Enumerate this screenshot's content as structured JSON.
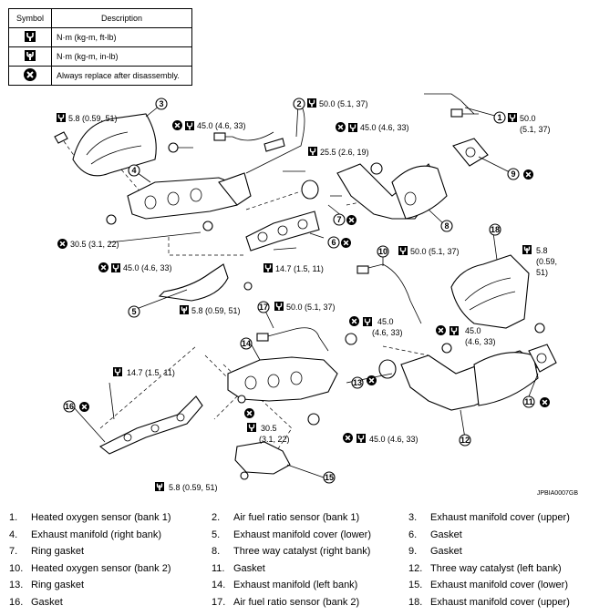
{
  "legend": {
    "header_symbol": "Symbol",
    "header_description": "Description",
    "rows": [
      {
        "icon": "torque-wrench-icon",
        "text": "N·m (kg-m, ft-lb)"
      },
      {
        "icon": "torque-wrench-small-icon",
        "text": "N·m (kg-m, in-lb)"
      },
      {
        "icon": "replace-x-icon",
        "text": "Always replace after disassembly."
      }
    ]
  },
  "callouts": {
    "c1": "1",
    "c2": "2",
    "c3": "3",
    "c4": "4",
    "c5": "5",
    "c6": "6",
    "c7": "7",
    "c8": "8",
    "c9": "9",
    "c10": "10",
    "c11": "11",
    "c12": "12",
    "c13": "13",
    "c14": "14",
    "c15": "15",
    "c16": "16",
    "c17": "17",
    "c18": "18"
  },
  "torques": {
    "t_58_tl": "5.8 (0.59, 51)",
    "t_450_a": "45.0 (4.6, 33)",
    "t_500_2": "50.0 (5.1, 37)",
    "t_450_b": "45.0 (4.6, 33)",
    "t_500_1a": "50.0",
    "t_500_1b": "(5.1, 37)",
    "t_255": "25.5 (2.6, 19)",
    "t_305_a": "30.5 (3.1, 22)",
    "t_450_c": "45.0 (4.6, 33)",
    "t_147_a": "14.7 (1.5, 11)",
    "t_58_mid": "5.8 (0.59, 51)",
    "t_500_10": "50.0 (5.1, 37)",
    "t_58_r_a": "5.8",
    "t_58_r_b": "(0.59,",
    "t_58_r_c": "51)",
    "t_500_17": "50.0 (5.1, 37)",
    "t_450_d_a": "45.0",
    "t_450_d_b": "(4.6, 33)",
    "t_450_e_a": "45.0",
    "t_450_e_b": "(4.6, 33)",
    "t_147_b": "14.7 (1.5, 11)",
    "t_305_b_a": "30.5",
    "t_305_b_b": "(3.1, 22)",
    "t_450_f": "45.0 (4.6, 33)",
    "t_58_bot": "5.8 (0.59, 51)"
  },
  "diagram_code": "JPBIA0007GB",
  "parts": [
    [
      "1.",
      "Heated oxygen sensor (bank 1)",
      "2.",
      "Air fuel ratio sensor (bank 1)",
      "3.",
      "Exhaust manifold cover (upper)"
    ],
    [
      "4.",
      "Exhaust manifold (right bank)",
      "5.",
      "Exhaust manifold cover (lower)",
      "6.",
      "Gasket"
    ],
    [
      "7.",
      "Ring gasket",
      "8.",
      "Three way catalyst (right bank)",
      "9.",
      "Gasket"
    ],
    [
      "10.",
      "Heated oxygen sensor (bank 2)",
      "11.",
      "Gasket",
      "12.",
      "Three way catalyst (left bank)"
    ],
    [
      "13.",
      "Ring gasket",
      "14.",
      "Exhaust manifold (left bank)",
      "15.",
      "Exhaust manifold cover (lower)"
    ],
    [
      "16.",
      "Gasket",
      "17.",
      "Air fuel ratio sensor (bank 2)",
      "18.",
      "Exhaust manifold cover (upper)"
    ]
  ]
}
